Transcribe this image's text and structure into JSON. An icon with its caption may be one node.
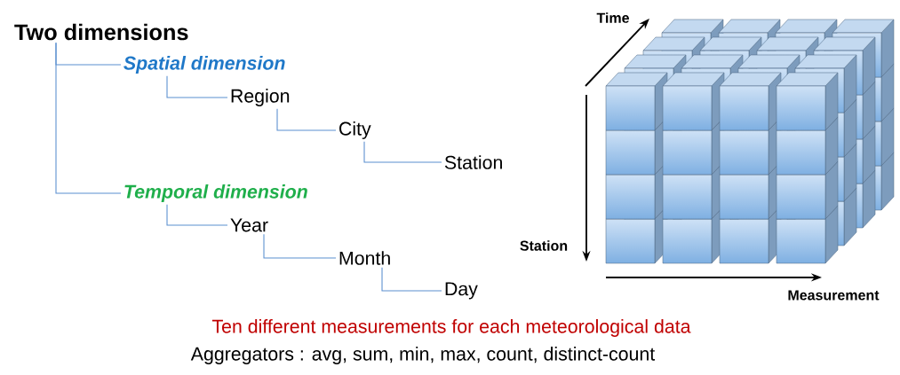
{
  "diagram": {
    "nodes": [
      {
        "text": [
          "Two dimensions"
        ]
      },
      {
        "text": [
          "Spatial dimension"
        ]
      },
      {
        "text": [
          "Region"
        ]
      },
      {
        "text": [
          "City"
        ]
      },
      {
        "text": [
          "Station"
        ]
      },
      {
        "text": [
          "Temporal dimension"
        ]
      },
      {
        "text": [
          "Year"
        ]
      },
      {
        "text": [
          "Month"
        ]
      },
      {
        "text": [
          "Day"
        ]
      }
    ],
    "edges": [
      {
        "from": 0,
        "to": 1,
        "arrow": "none"
      },
      {
        "from": 0,
        "to": 5,
        "arrow": "none"
      },
      {
        "from": 1,
        "to": 2,
        "arrow": "none"
      },
      {
        "from": 2,
        "to": 3,
        "arrow": "none"
      },
      {
        "from": 3,
        "to": 4,
        "arrow": "none"
      },
      {
        "from": 5,
        "to": 6,
        "arrow": "none"
      },
      {
        "from": 6,
        "to": 7,
        "arrow": "none"
      },
      {
        "from": 7,
        "to": 8,
        "arrow": "none"
      }
    ],
    "labels": [
      "Time",
      "Station",
      "Measurement",
      "Ten different measurements for each meteorological data",
      "Aggregators : avg, sum, min, max, count, distinct-count"
    ]
  }
}
